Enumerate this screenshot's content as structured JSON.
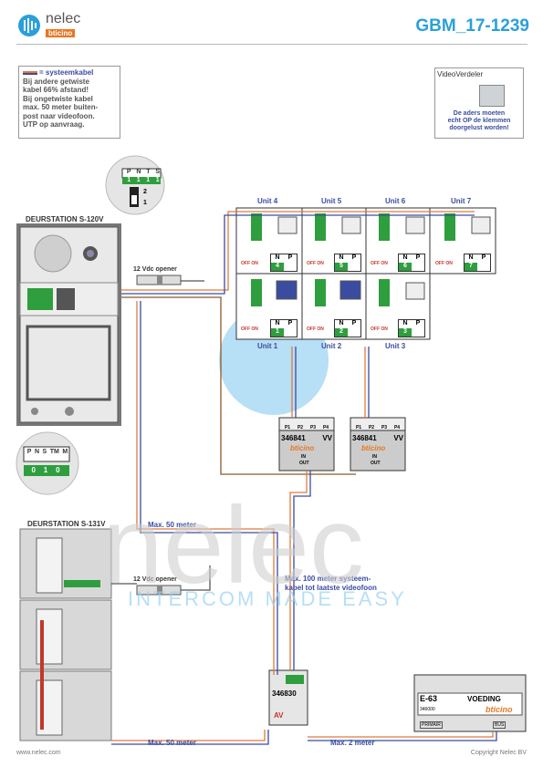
{
  "header": {
    "logo_text": "nelec",
    "logo_sub": "bticino",
    "title": "GBM_17-1239"
  },
  "note": {
    "legend": "= systeemkabel",
    "lines": [
      "Bij andere getwiste",
      "kabel 66% afstand!",
      "Bij ongetwiste kabel",
      "max. 50 meter buiten-",
      "post naar videofoon.",
      "UTP op aanvraag."
    ]
  },
  "video_distributor": {
    "title": "VideoVerdeler",
    "warning": [
      "De aders moeten",
      "echt OP de klemmen",
      "doorgelust worden!"
    ]
  },
  "doorstation_1": {
    "title": "DEURSTATION S-120V",
    "switch_labels": [
      "P",
      "N",
      "T",
      "S"
    ],
    "switch_values": [
      "1",
      "1",
      "1",
      "1"
    ],
    "dip": [
      "2",
      "1"
    ]
  },
  "doorstation_2": {
    "title": "DEURSTATION S-131V",
    "switch_labels": [
      "P",
      "N",
      "S",
      "TM",
      "M"
    ],
    "switch_values": [
      "0",
      "1",
      "0"
    ]
  },
  "openers": [
    "12 Vdc opener",
    "12 Vdc opener"
  ],
  "units_top": [
    {
      "label": "Unit 4",
      "n": "N",
      "p": "P",
      "val": "4"
    },
    {
      "label": "Unit 5",
      "n": "N",
      "p": "P",
      "val": "5"
    },
    {
      "label": "Unit 6",
      "n": "N",
      "p": "P",
      "val": "6"
    },
    {
      "label": "Unit 7",
      "n": "N",
      "p": "P",
      "val": "7"
    }
  ],
  "units_bottom": [
    {
      "label": "Unit 1",
      "n": "N",
      "p": "P",
      "val": "1"
    },
    {
      "label": "Unit 2",
      "n": "N",
      "p": "P",
      "val": "2"
    },
    {
      "label": "Unit 3",
      "n": "N",
      "p": "P",
      "val": "3"
    }
  ],
  "off_on": "OFF ON",
  "distributors": [
    {
      "model": "346841",
      "ports": [
        "P1",
        "P2",
        "P3",
        "P4"
      ],
      "vv": "VV",
      "brand": "bticino",
      "in": "IN",
      "out": "OUT"
    },
    {
      "model": "346841",
      "ports": [
        "P1",
        "P2",
        "P3",
        "P4"
      ],
      "vv": "VV",
      "brand": "bticino",
      "in": "IN",
      "out": "OUT"
    }
  ],
  "interface": {
    "model": "346830",
    "av": "AV"
  },
  "power": {
    "model": "E-63",
    "name": "VOEDING",
    "code": "346000",
    "brand": "bticino",
    "primary": "PRIMAIR",
    "bus": "BUS"
  },
  "labels": {
    "max50_a": "Max. 50 meter",
    "max100": [
      "Max. 100 meter systeem-",
      "kabel tot laatste videofoon"
    ],
    "max50_b": "Max. 50 meter",
    "max2": "Max. 2 meter"
  },
  "watermark": {
    "big": "nelec",
    "sub": "INTERCOM MADE EASY"
  },
  "footer": {
    "left": "www.nelec.com",
    "right": "Copyright Nelec BV"
  },
  "colors": {
    "accent": "#2aa0db",
    "cable_blue": "#3a4ca0",
    "cable_orange": "#e07b39",
    "cable_brown": "#8b5a2b",
    "red": "#c0392b",
    "green": "#2e9e3e"
  }
}
